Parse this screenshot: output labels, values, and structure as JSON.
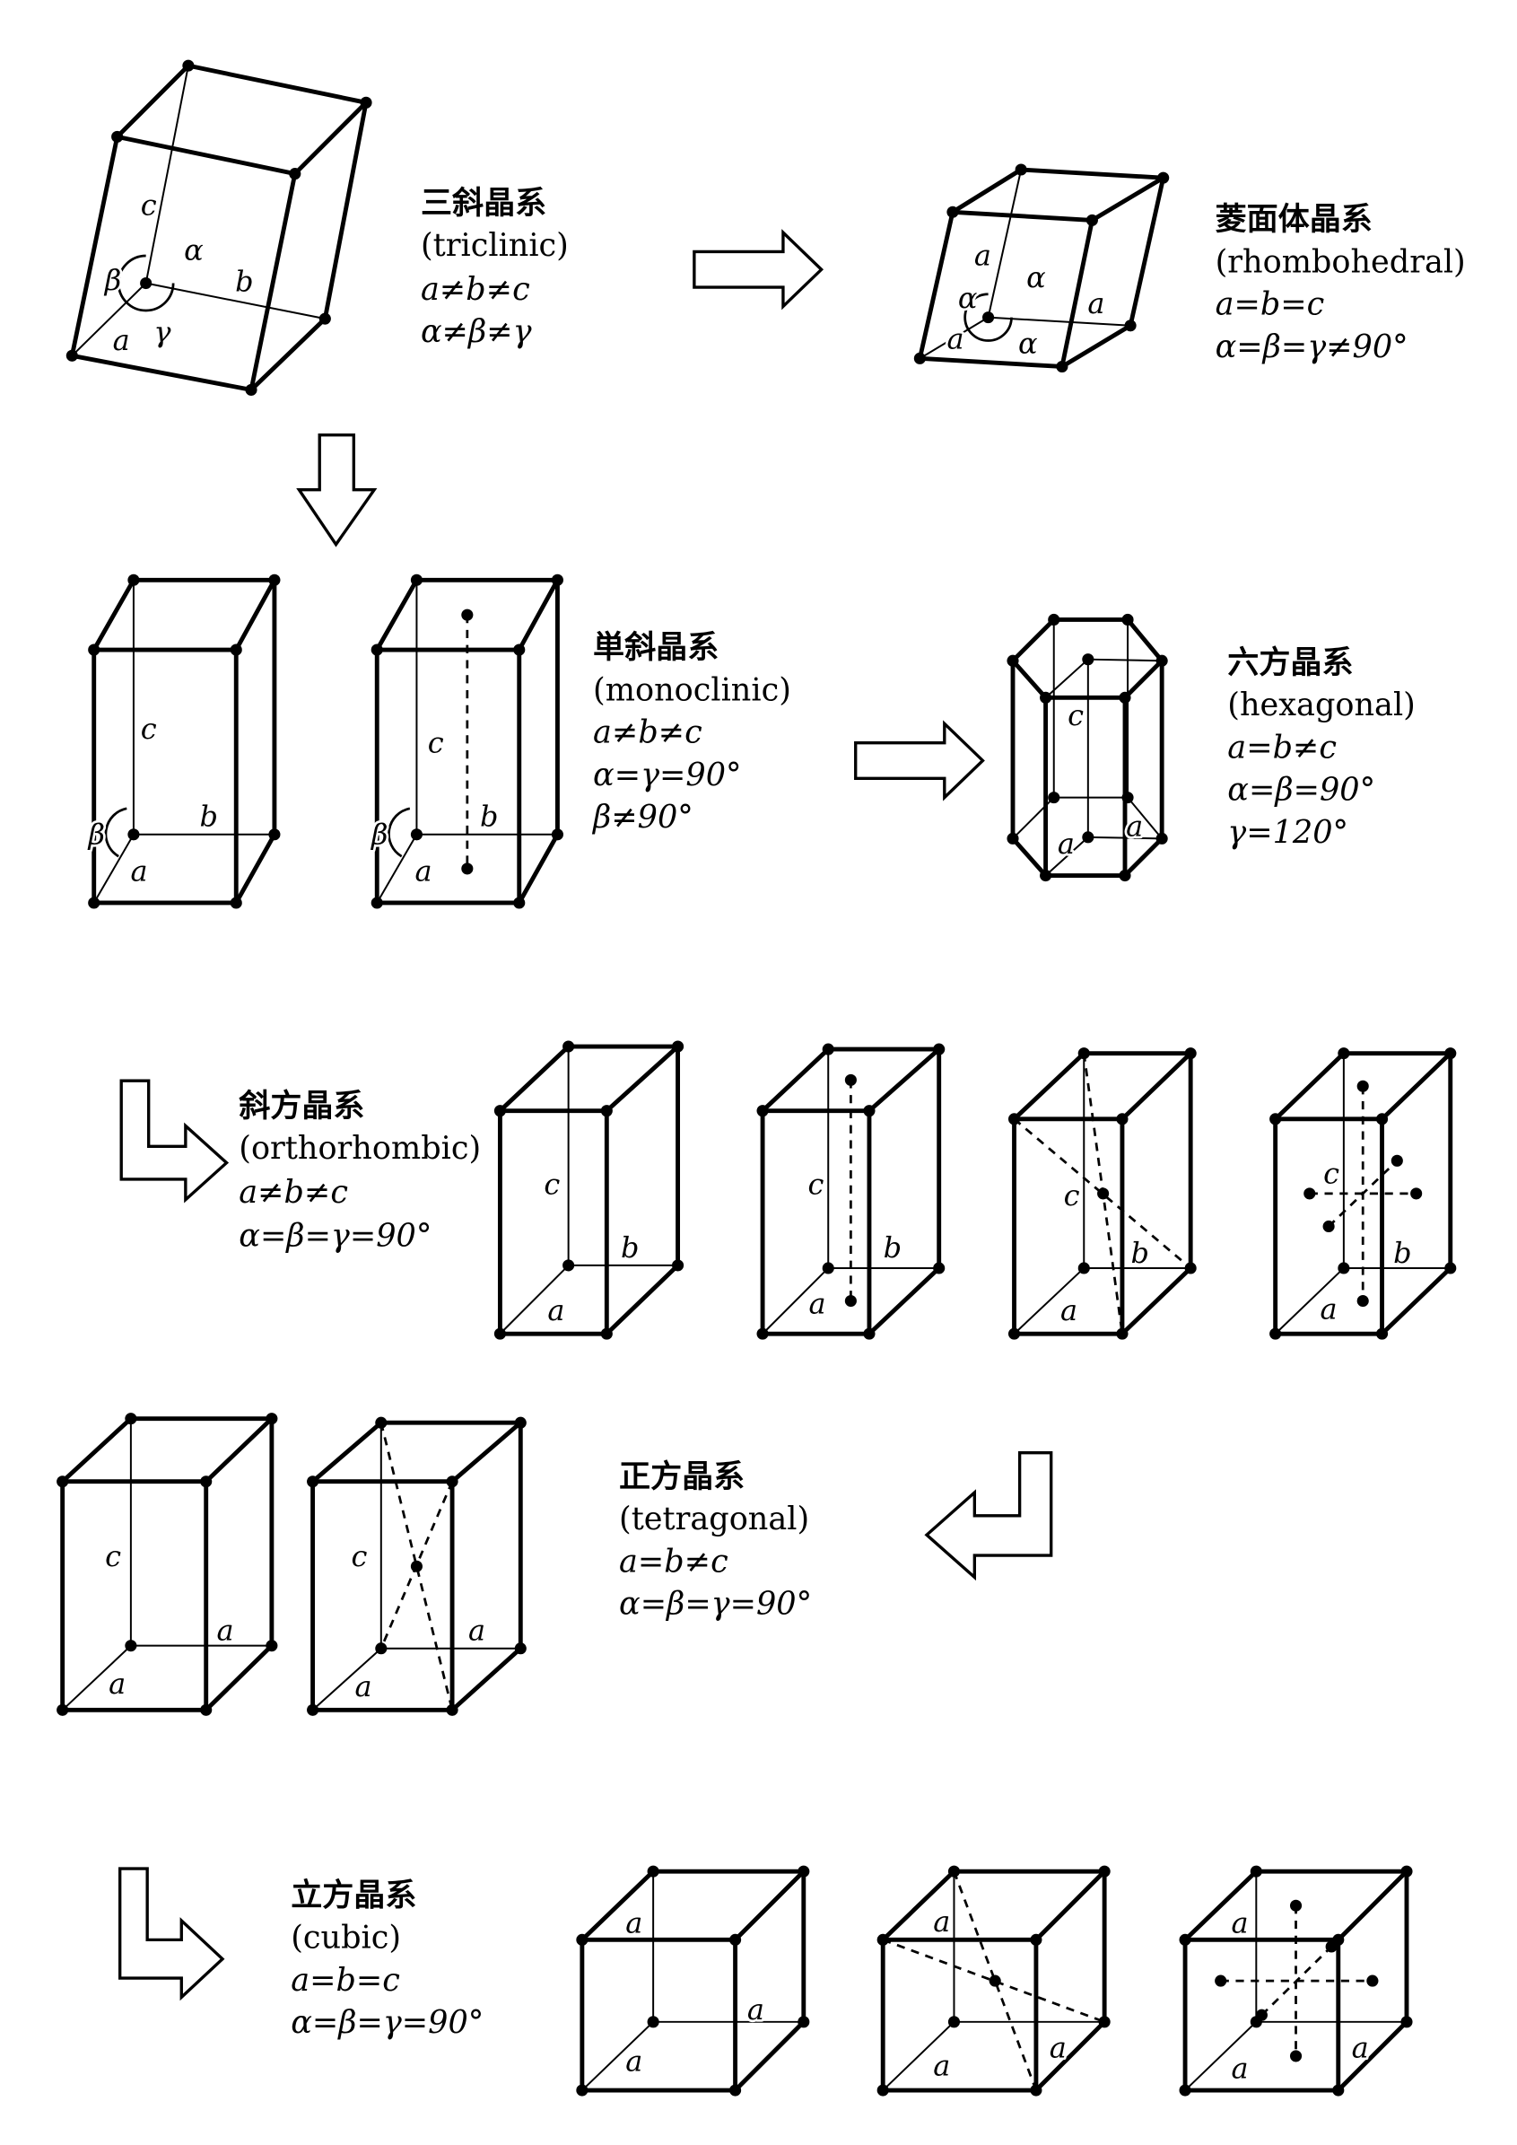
{
  "triclinic": {
    "name_ja": "三斜晶系",
    "name_en": "(triclinic)",
    "axes": "a≠b≠c",
    "angles": "α≠β≠γ",
    "cell_labels": [
      "c",
      "β",
      "α",
      "b",
      "a",
      "γ"
    ]
  },
  "rhombohedral": {
    "name_ja": "菱面体晶系",
    "name_en": "(rhombohedral)",
    "axes": "a=b=c",
    "angles": "α=β=γ≠90°",
    "cell_labels": [
      "a",
      "α",
      "α",
      "a",
      "a",
      "α"
    ]
  },
  "monoclinic": {
    "name_ja": "単斜晶系",
    "name_en": "(monoclinic)",
    "axes": "a≠b≠c",
    "angles": "α=γ=90°",
    "beta": "β≠90°",
    "cells": [
      [
        "c",
        "b",
        "β",
        "a"
      ],
      [
        "c",
        "b",
        "β",
        "a"
      ]
    ]
  },
  "hexagonal": {
    "name_ja": "六方晶系",
    "name_en": "(hexagonal)",
    "axes": "a=b≠c",
    "angles": "α=β=90°",
    "gamma": "γ=120°",
    "cell_labels": [
      "c",
      "a",
      "a"
    ]
  },
  "orthorhombic": {
    "name_ja": "斜方晶系",
    "name_en": "(orthorhombic)",
    "axes": "a≠b≠c",
    "angles": "α=β=γ=90°",
    "cells": [
      [
        "c",
        "b",
        "a"
      ],
      [
        "c",
        "b",
        "a"
      ],
      [
        "c",
        "b",
        "a"
      ],
      [
        "c",
        "b",
        "a"
      ]
    ]
  },
  "tetragonal": {
    "name_ja": "正方晶系",
    "name_en": "(tetragonal)",
    "axes": "a=b≠c",
    "angles": "α=β=γ=90°",
    "cells": [
      [
        "c",
        "a",
        "a"
      ],
      [
        "c",
        "a",
        "a"
      ]
    ]
  },
  "cubic": {
    "name_ja": "立方晶系",
    "name_en": "(cubic)",
    "axes": "a=b=c",
    "angles": "α=β=γ=90°",
    "cells": [
      [
        "a",
        "a",
        "a"
      ],
      [
        "a",
        "a",
        "a"
      ],
      [
        "a",
        "a",
        "a"
      ]
    ]
  }
}
